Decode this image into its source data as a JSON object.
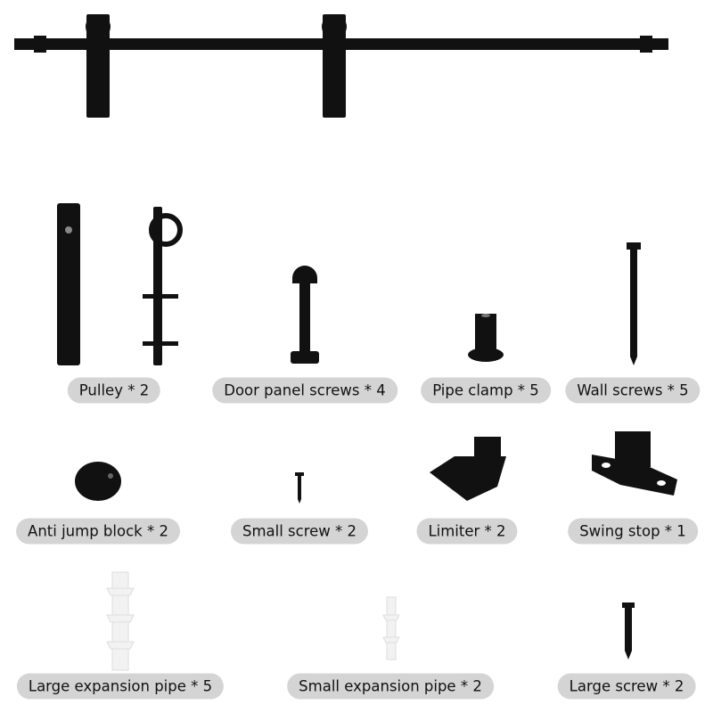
{
  "colors": {
    "pill": "#d4d4d4",
    "hardware": "#111111",
    "plastic": "#f2f2f2"
  },
  "labels": {
    "pulley": "Pulley * 2",
    "door_panel_screws": "Door panel screws * 4",
    "pipe_clamp": "Pipe clamp * 5",
    "wall_screws": "Wall screws * 5",
    "anti_jump_block": "Anti jump block * 2",
    "small_screw": "Small screw * 2",
    "limiter": "Limiter * 2",
    "swing_stop": "Swing stop * 1",
    "large_expansion_pipe": "Large expansion pipe * 5",
    "small_expansion_pipe": "Small expansion pipe * 2",
    "large_screw": "Large screw * 2"
  }
}
